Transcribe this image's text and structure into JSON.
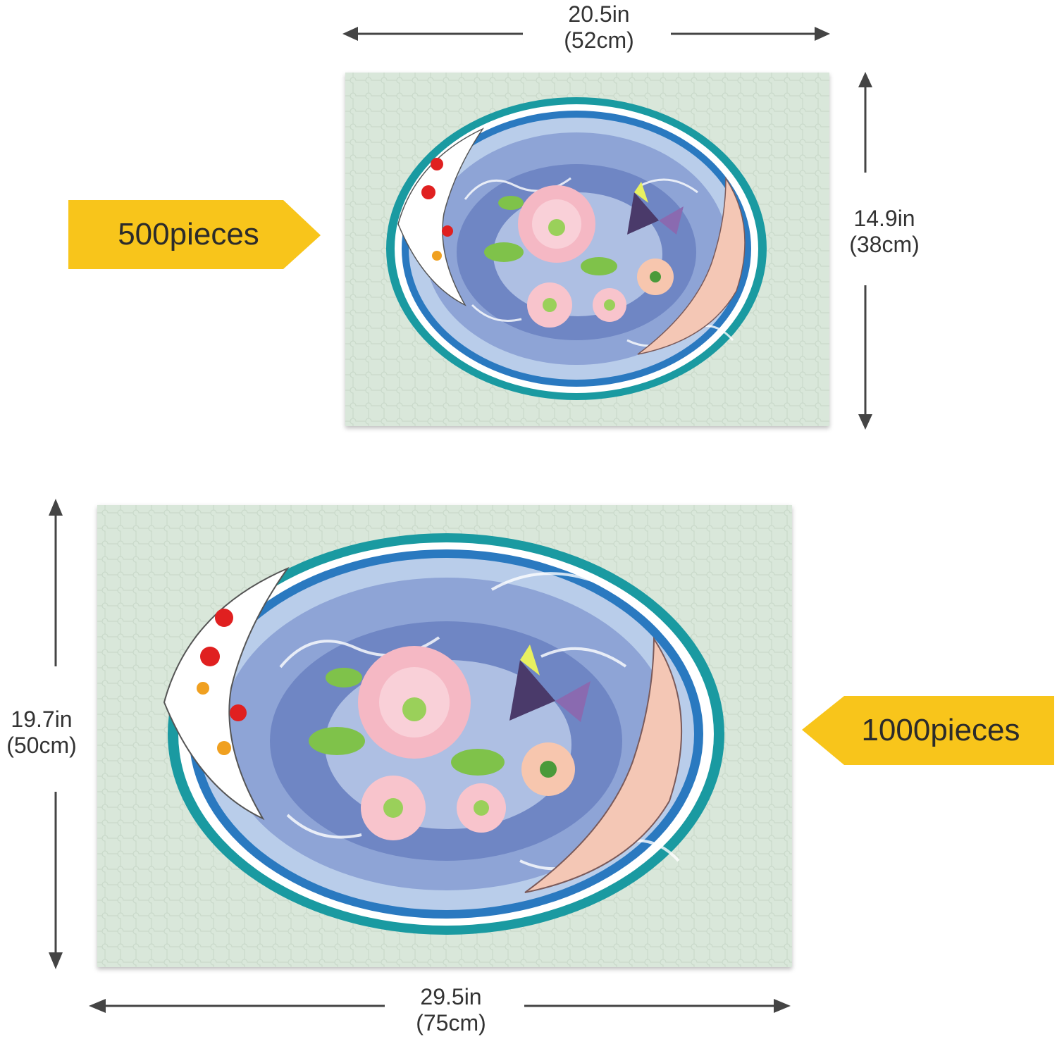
{
  "small_puzzle": {
    "tag": "500pieces",
    "width_in": "20.5in",
    "width_cm": "(52cm)",
    "height_in": "14.9in",
    "height_cm": "(38cm)"
  },
  "large_puzzle": {
    "tag": "1000pieces",
    "width_in": "29.5in",
    "width_cm": "(75cm)",
    "height_in": "19.7in",
    "height_cm": "(50cm)"
  },
  "colors": {
    "tag_fill": "#f8c51b",
    "puzzle_bg": "#d9e7da",
    "arrow": "#444444",
    "ring_outer": "#1a9aa1",
    "ring_inner": "#2a79c0",
    "water": "#8ea4d6"
  },
  "icons": [
    "koi-fish-icon",
    "peony-flower-icon",
    "butterfly-icon",
    "blossom-icon",
    "wave-icon"
  ]
}
